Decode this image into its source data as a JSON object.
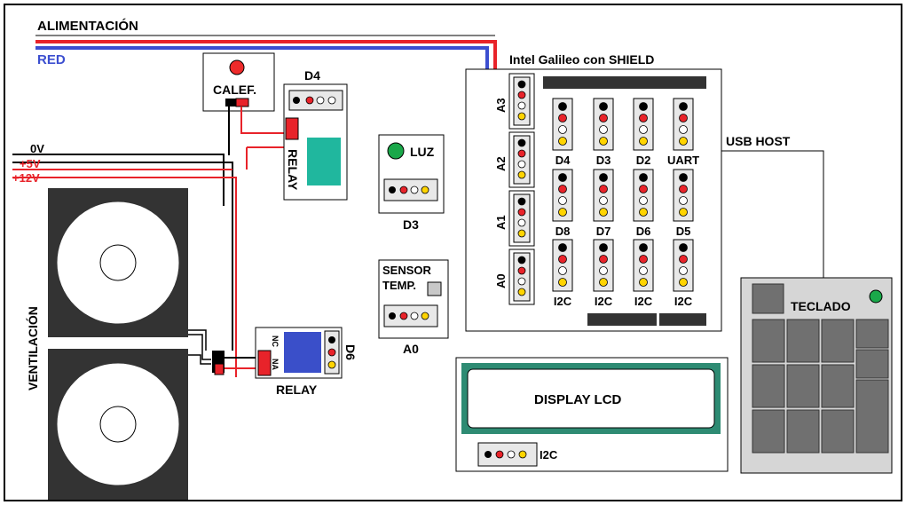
{
  "lines": {
    "power_label": "ALIMENTACIÓN",
    "network_label": "RED",
    "rail_0v": "0V",
    "rail_5v": "+5V",
    "rail_12v": "+12V",
    "usb_host": "USB HOST"
  },
  "board": {
    "title": "Intel Galileo con SHIELD",
    "analog": [
      "A3",
      "A2",
      "A1",
      "A0"
    ],
    "row1": [
      "D4",
      "D3",
      "D2",
      "UART"
    ],
    "row2": [
      "D8",
      "D7",
      "D6",
      "D5"
    ],
    "row3": [
      "I2C",
      "I2C",
      "I2C",
      "I2C"
    ]
  },
  "heater": {
    "label": "CALEF."
  },
  "relay_d4": {
    "pin": "D4",
    "label": "RELAY"
  },
  "light": {
    "label": "LUZ",
    "pin": "D3"
  },
  "sensor": {
    "label_line1": "SENSOR",
    "label_line2": "TEMP.",
    "pin": "A0"
  },
  "relay_d6": {
    "pin": "D6",
    "label": "RELAY",
    "nc": "NC",
    "na": "NA"
  },
  "fans": {
    "label": "VENTILACIÓN"
  },
  "lcd": {
    "label": "DISPLAY LCD",
    "bus": "I2C"
  },
  "keypad": {
    "label": "TECLADO"
  },
  "colors": {
    "power": "#e8232a",
    "network": "#3c4fd0",
    "relay_green": "#20b79e",
    "relay_blue": "#3a4fc9",
    "lcd_frame": "#2e8b73",
    "keypad_key": "#707070",
    "led_green": "#1aa84a",
    "led_red": "#ee2b2b"
  }
}
